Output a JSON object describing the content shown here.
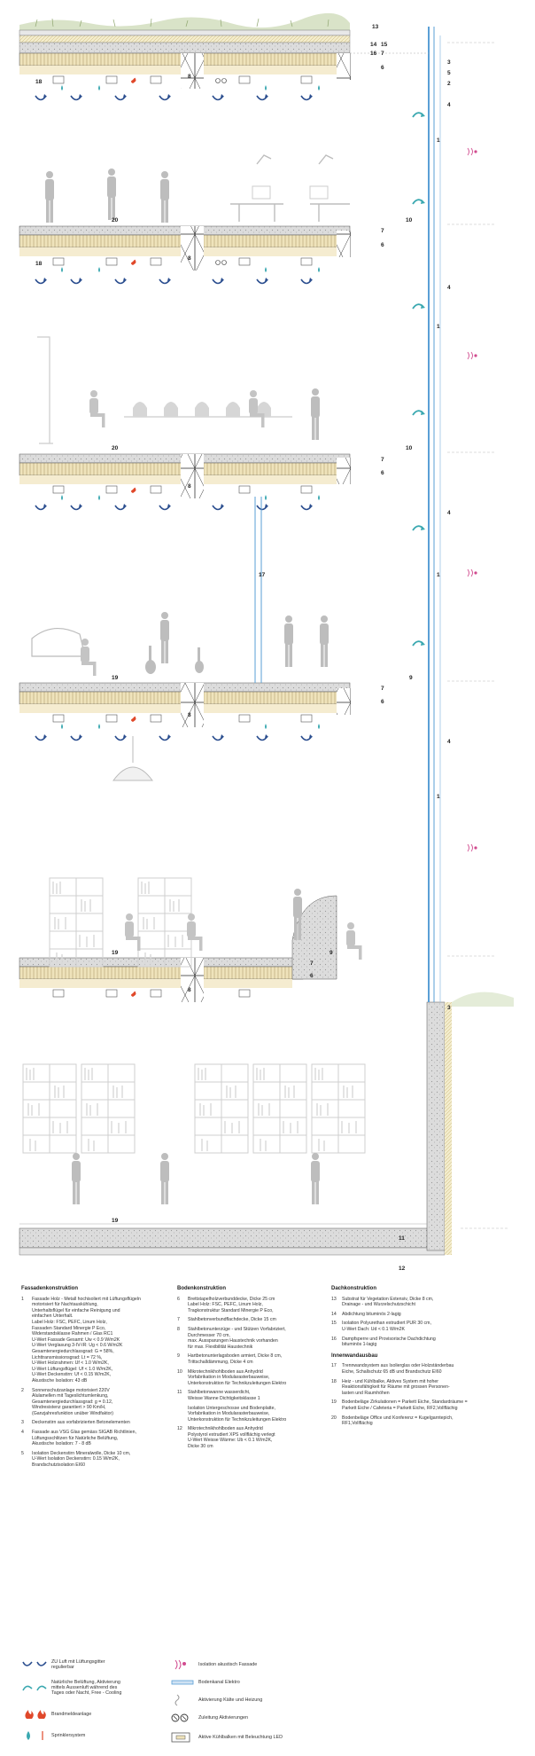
{
  "section": {
    "label_13": "13",
    "label_14": "14",
    "label_15": "15",
    "label_1": "1",
    "label_2": "2",
    "label_3": "3",
    "label_4": "4",
    "label_5": "5",
    "label_6": "6",
    "label_7": "7",
    "label_8": "8",
    "label_9": "9",
    "label_10": "10",
    "label_11": "11",
    "label_12": "12",
    "label_16": "16",
    "label_17": "17",
    "label_18": "18",
    "label_19": "19",
    "label_20": "20"
  },
  "legend": {
    "col1": {
      "title": "Fassadenkonstruktion",
      "items": [
        {
          "n": "1",
          "t": "Fassade Holz - Metall hochisoliert mit Lüftungsflügeln\nmotorisiert für Nachtauskühlung,\nUnterhaltsflügel für einfache Reinigung und\neinfachen Unterhalt.\n   Label Holz: FSC, PEFC, Linum Holz,\nFassaden Standard Minergie P Eco,\nWiderstandsklasse Rahmen / Glas RC1\n   U-Wert Fassade Gesamt: Uw < 0.9 W/m2K\n   U-Wert Verglasung 3-IV-IR: Ug < 0.6 W/m2K\n   Gesamtenergiedurchlassgrad: G = 58%,\n   Lichttransmissionsgrad: Lt = 72 %,\n   U-Wert Holzrahmen: Uf < 1.0 W/m2K,\n   U-Wert Lüftungsflügel: Uf < 1.0 W/m2K,\n   U-Wert Deckenstirn: Uf < 0.15 W/m2K,\n   Akustische Isolation: 43 dB"
        },
        {
          "n": "2",
          "t": "Sonnenschutzanlage motorisiert 220V\n   Alulamellen mit Tageslichtumlenkung,\n   Gesamtenergiedurchlassgrad: g = 0.12,\n   Windresistenz garantiert > 90 Km/H,\n   (Ganzjahresfunktion unüber Windfaktor)"
        },
        {
          "n": "3",
          "t": "Deckenstirn aus vorfabrizierten Betonelementen"
        },
        {
          "n": "4",
          "t": "Fassade aus VSG Glas gemäss SIGAB Richtlinien,\n   Lüftungsschlitzen für Natürliche Belüftung,\n   Akustische Isolation: 7 - 8 dB"
        },
        {
          "n": "5",
          "t": "Isolation Deckenstirn Mineralwolle, Dicke 10 cm,\n   U-Wert Isolation Deckenstirn: 0.15 W/m2K,\n   Brandschutzisolation EI60"
        }
      ]
    },
    "col2": {
      "title": "Bodenkonstruktion",
      "items": [
        {
          "n": "6",
          "t": "Brettstapelholzverbunddecke, Dicke 25 cm\n   Label Holz: FSC, PEFC, Linum Holz,\n   Tragkonstruktur Standard Minergie P Eco,"
        },
        {
          "n": "7",
          "t": "Stahlbetonverbundflachdecke, Dicke 15 cm"
        },
        {
          "n": "8",
          "t": "Stahlbetonunterzüge - und Stützen Vorfabriziert,\n   Durchmesser 70 cm,\n   max. Aussparungen Haustechnik vorhanden\n   für max. Flexibilität Haustechnik"
        },
        {
          "n": "9",
          "t": "Hartbetonunterlagsboden armiert, Dicke 8 cm,\n   Trittschalldämmung, Dicke 4 cm"
        },
        {
          "n": "10",
          "t": "Mikrotechnikhohlboden aus Anhydrid\n   Vorfabrikation in Modularasterbauweise,\n   Unterkonstruktion für Technikzuleitungen Elektro"
        },
        {
          "n": "11",
          "t": "Stahlbetonwanne wasserdicht,\n   Weisse Wanne Dichtigkeitsklasse 1"
        },
        {
          "n": "",
          "t": "Isolation Untergeschosse und Bodenplatte,\nVorfabrikation in Modularasterbauweise,\nUnterkonstruktion für Technikzuleitungen Elektro"
        },
        {
          "n": "12",
          "t": "Mikrotechnikhohlboden aus Anhydrid\n   Polystyrol extrudiert XPS vollflächig verlegt\n   U-Wert Weisse Wärme: Ub < 0.1 W/m2K,\n   Dicke 30 cm"
        }
      ]
    },
    "col3": {
      "title": "Dachkonstruktion",
      "items": [
        {
          "n": "13",
          "t": "Substrat für Vegetation Extensiv, Dicke 8 cm,\n   Drainage - und Wurzelschutzschicht"
        },
        {
          "n": "14",
          "t": "Abdichtung bituminös 2-lagig"
        },
        {
          "n": "15",
          "t": "Isolation Polyurethan extrudiert PUR 30 cm,\n   U-Wert Dach: Ud < 0.1 W/m2K"
        },
        {
          "n": "16",
          "t": "Dampfsperre und Provisorische Dachdichtung\n   bituminös 1-lagig"
        }
      ],
      "subtitle": "Innenwandausbau",
      "items2": [
        {
          "n": "17",
          "t": "Trennwandsystem aus Isolierglas oder Holzständerbau\nEiche, Schallschutz 65 dB und Brandschutz EI60"
        },
        {
          "n": "18",
          "t": "Heiz - und Kühlbalke, Aktives System mit hoher\nReaktionsfähigkeit für Räume mit grossen Personen-\nlasten und Raumhöhen"
        },
        {
          "n": "19",
          "t": "Bodenbeläge Zirkulationen = Parkett Eiche, Standardräume =\nParkett Eiche / Cafeteria = Parkett Eiche, RF2,Vollflächig"
        },
        {
          "n": "20",
          "t": "Bodenbeläge Office und Konferenz = Kugelgarntepich,\nRF1,Vollflächig"
        }
      ]
    }
  },
  "symbols": {
    "left": [
      {
        "icon": "supply-air-arrows-icon",
        "label": "ZU Luft mit Lüftungsgitter\nregulierbar"
      },
      {
        "icon": "natural-ventilation-arrows-icon",
        "label": "Natürliche Belüftung, Aktivierung\nmittels Aussenluft während des\nTages oder Nacht, Free - Cooling"
      },
      {
        "icon": "fire-detector-icon",
        "label": "Brandmeldeanlage"
      },
      {
        "icon": "sprinkler-icon",
        "label": "Sprinklersystem"
      }
    ],
    "right": [
      {
        "icon": "acoustic-isolation-icon",
        "label": "Isolation akustisch Fassade"
      },
      {
        "icon": "floor-duct-icon",
        "label": "Bodenkanal Elektro"
      },
      {
        "icon": "heating-cooling-icon",
        "label": "Aktivierung Kälte und Heizung"
      },
      {
        "icon": "supply-activation-icon",
        "label": "Zuleitung Aktivierungen"
      },
      {
        "icon": "cooling-beam-led-icon",
        "label": "Aktive Kühlbalken mit Beleuchtung LED"
      }
    ]
  },
  "colors": {
    "wood": "#e8d9a6",
    "concrete": "#d8d8d8",
    "people": "#bdbdbd",
    "glass": "#5a9fd6",
    "airflow": "#2b4e8f",
    "teal": "#3aa8b0",
    "fire": "#e0482a",
    "acoustic": "#d14b8f"
  }
}
